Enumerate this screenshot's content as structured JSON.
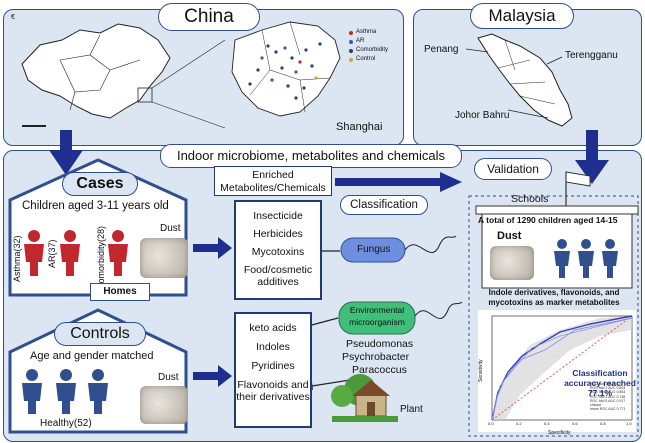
{
  "china": {
    "title": "China",
    "legend": [
      "Asthma",
      "AR",
      "Comorbidity",
      "Control"
    ],
    "legend_colors": [
      "#c0282d",
      "#3a5ca8",
      "#2b3d7a",
      "#c9a832"
    ],
    "inset_label": "Shanghai",
    "n_marker": "€"
  },
  "malaysia": {
    "title": "Malaysia",
    "cities": [
      "Penang",
      "Terengganu",
      "Johor Bahru"
    ]
  },
  "banner": {
    "text": "Indoor microbiome, metabolites and chemicals"
  },
  "cases": {
    "title": "Cases",
    "subtitle": "Children aged 3-11 years old",
    "groups": [
      "Asthma(32)",
      "AR(37)",
      "Comorbidity(28)"
    ],
    "dust_label": "Dust",
    "footer": "Homes"
  },
  "controls": {
    "title": "Controls",
    "subtitle": "Age and gender matched",
    "group": "Healthy(52)",
    "dust_label": "Dust"
  },
  "enriched": {
    "text": "Enriched Metabolites/Chemicals"
  },
  "classification": {
    "text": "Classification"
  },
  "chemicals": [
    "Insecticide",
    "Herbicides",
    "Mycotoxins",
    "Food/cosmetic additives"
  ],
  "metabolites": [
    "keto acids",
    "Indoles",
    "Pyridines",
    "Flavonoids and their derivatives"
  ],
  "fungus": {
    "label": "Fungus"
  },
  "env": {
    "label": "Environmental microorganism",
    "taxa": [
      "Pseudomonas",
      "Psychrobacter",
      "Paracoccus"
    ]
  },
  "plant": {
    "label": "Plant"
  },
  "validation": {
    "title": "Validation",
    "schools": "Schools",
    "cohort": "A total of 1290 children aged 14-15",
    "dust_label": "Dust",
    "markers": "Indole derivatives, flavonoids, and mycotoxins as marker metabolites",
    "roc": {
      "xlabel": "Specificity",
      "ylabel": "Sensitivity",
      "accuracy": "Classification accuracy reached 77.1%",
      "legend": [
        "ROC fold 1 AUC 0.7",
        "ROC fold 2 AUC 0.803",
        "ROC fold 3 AUC 0.853",
        "ROC fold 4 AUC 0.738",
        "ROC fold 5 AUC 0.917",
        "chance",
        "mean ROC AUC 0.771"
      ],
      "ticks": [
        "0.0",
        "0.2",
        "0.4",
        "0.6",
        "0.8",
        "1.0"
      ]
    }
  }
}
